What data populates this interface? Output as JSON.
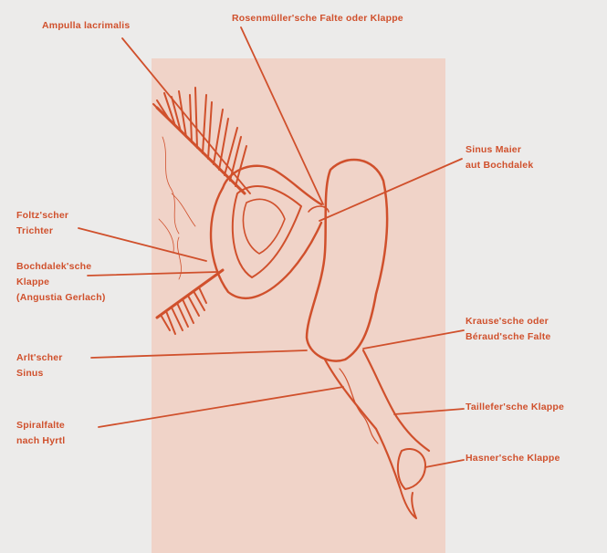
{
  "colors": {
    "background": "#ecebea",
    "panel": "#f0d3c8",
    "ink": "#d0502c"
  },
  "labels": {
    "ampulla": "Ampulla lacrimalis",
    "rosenmueller": "Rosenmüller'sche Falte oder Klappe",
    "sinus_maier": [
      "Sinus Maier",
      "aut Bochdalek"
    ],
    "foltz": [
      "Foltz'scher",
      "Trichter"
    ],
    "bochdalek": [
      "Bochdalek'sche",
      "Klappe",
      "(Angustia Gerlach)"
    ],
    "arlt": [
      "Arlt'scher",
      "Sinus"
    ],
    "spiralfalte": [
      "Spiralfalte",
      "nach Hyrtl"
    ],
    "krause": [
      "Krause'sche oder",
      "Béraud'sche Falte"
    ],
    "taillefer": "Taillefer'sche Klappe",
    "hasner": "Hasner'sche Klappe"
  }
}
